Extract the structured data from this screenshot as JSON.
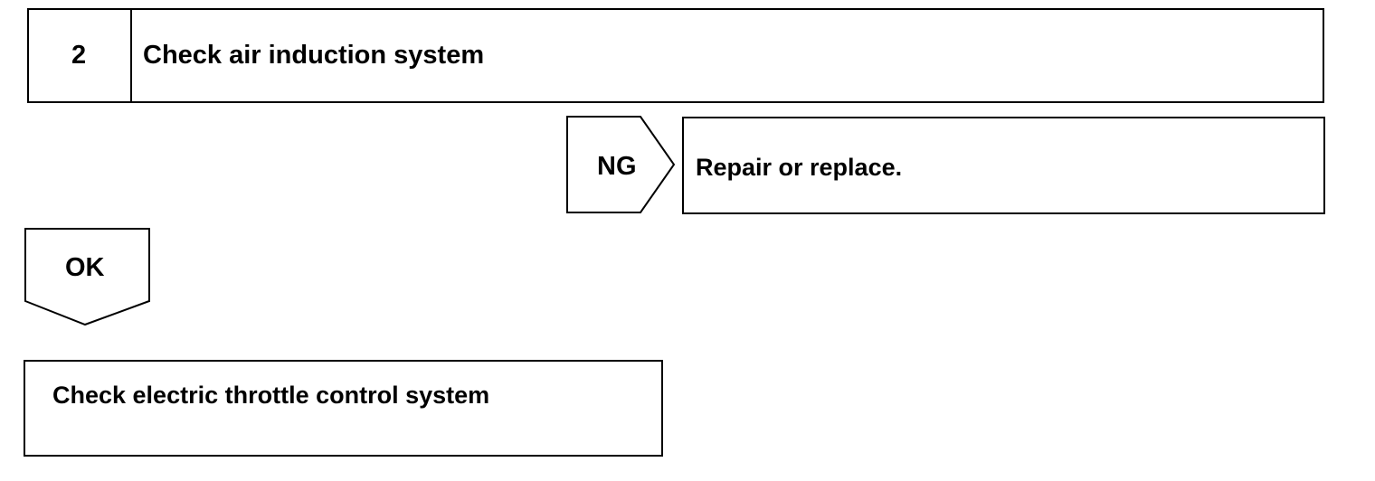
{
  "step": {
    "number": "2",
    "title": "Check air induction system"
  },
  "ng_branch": {
    "label": "NG",
    "action": "Repair or replace."
  },
  "ok_branch": {
    "label": "OK"
  },
  "next_step": {
    "title": "Check electric throttle control system"
  }
}
